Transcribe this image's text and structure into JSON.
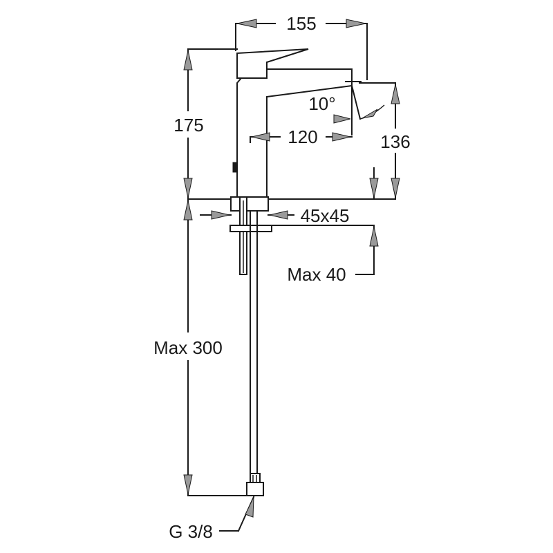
{
  "labels": {
    "width_total": "155",
    "height_total": "175",
    "spout_angle": "10°",
    "spout_reach": "120",
    "spout_height": "136",
    "base_size": "45x45",
    "max_counter": "Max 40",
    "max_hose": "Max 300",
    "connection": "G 3/8"
  },
  "colors": {
    "line": "#1a1a1a",
    "arrow_fill": "#9a9a9a",
    "background": "#ffffff"
  }
}
